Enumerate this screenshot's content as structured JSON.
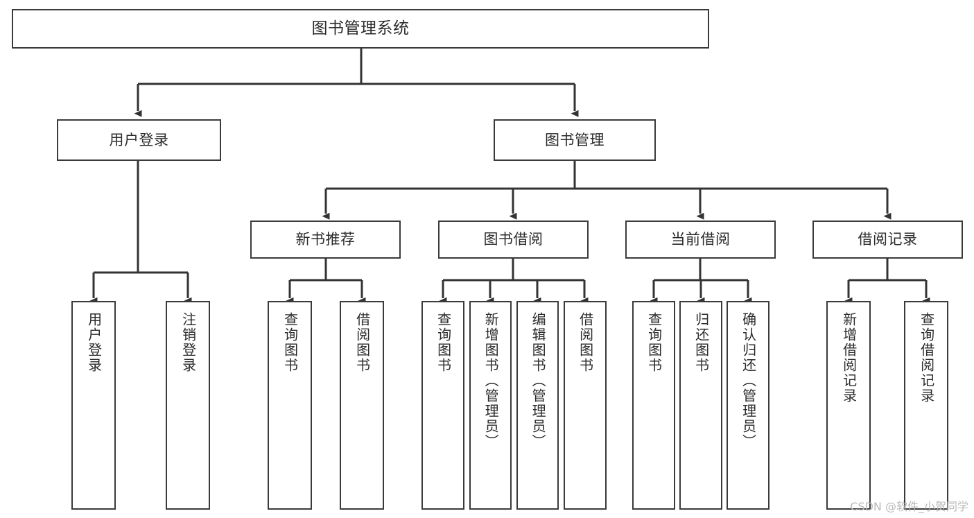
{
  "diagram": {
    "type": "tree",
    "title": "图书管理系统",
    "orientation": "top-down",
    "colors": {
      "background": "#ffffff",
      "box_border": "#3a3a3a",
      "box_fill": "#ffffff",
      "edge": "#333333",
      "text": "#2b2b2b",
      "watermark": "#b9b9b9"
    },
    "watermark": "CSDN @软件_小贺同学",
    "nodes": {
      "root": {
        "label": "图书管理系统"
      },
      "level1": [
        {
          "id": "user-login",
          "label": "用户登录"
        },
        {
          "id": "book-manage",
          "label": "图书管理"
        }
      ],
      "level2": [
        {
          "id": "new-book-rec",
          "label": "新书推荐"
        },
        {
          "id": "book-borrow",
          "label": "图书借阅"
        },
        {
          "id": "current-borrow",
          "label": "当前借阅"
        },
        {
          "id": "borrow-record",
          "label": "借阅记录"
        }
      ],
      "leaves": {
        "user-login": [
          {
            "id": "leaf-user-login",
            "label": "用户登录"
          },
          {
            "id": "leaf-logout",
            "label": "注销登录"
          }
        ],
        "new-book-rec": [
          {
            "id": "leaf-query-book-1",
            "label": "查询图书"
          },
          {
            "id": "leaf-borrow-book-1",
            "label": "借阅图书"
          }
        ],
        "book-borrow": [
          {
            "id": "leaf-query-book-2",
            "label": "查询图书"
          },
          {
            "id": "leaf-add-book",
            "label": "新增图书（管理员）"
          },
          {
            "id": "leaf-edit-book",
            "label": "编辑图书（管理员）"
          },
          {
            "id": "leaf-borrow-book-2",
            "label": "借阅图书"
          }
        ],
        "current-borrow": [
          {
            "id": "leaf-query-book-3",
            "label": "查询图书"
          },
          {
            "id": "leaf-return-book",
            "label": "归还图书"
          },
          {
            "id": "leaf-confirm-return",
            "label": "确认归还（管理员）"
          }
        ],
        "borrow-record": [
          {
            "id": "leaf-add-record",
            "label": "新增借阅记录"
          },
          {
            "id": "leaf-query-record",
            "label": "查询借阅记录"
          }
        ]
      }
    }
  }
}
